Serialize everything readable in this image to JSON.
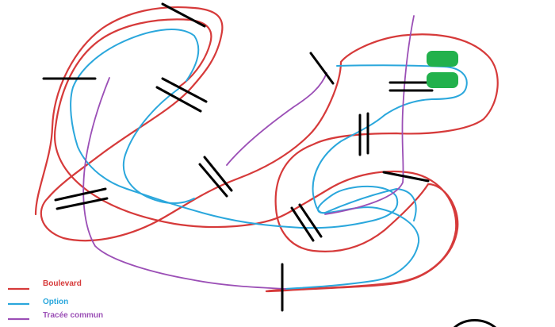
{
  "legend": {
    "items": [
      {
        "label": "Boulevard",
        "color": "#d63a3a"
      },
      {
        "label": "Option",
        "color": "#2aa7dc"
      },
      {
        "label": "Tracée commun",
        "color": "#9b4fb6"
      }
    ]
  },
  "colors": {
    "boulevard": "#d63a3a",
    "option": "#2aa7dc",
    "common": "#9b4fb6",
    "barrier": "#000000",
    "marker": "#22b14c"
  }
}
